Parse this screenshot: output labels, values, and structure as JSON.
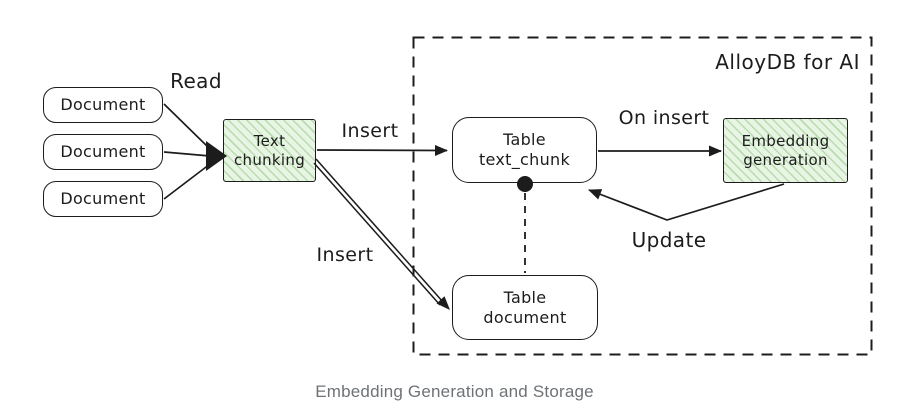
{
  "diagram": {
    "caption": "Embedding Generation and Storage",
    "container_label": "AlloyDB for AI",
    "nodes": {
      "documents": [
        "Document",
        "Document",
        "Document"
      ],
      "text_chunking": [
        "Text",
        "chunking"
      ],
      "table_text_chunk": [
        "Table",
        "text_chunk"
      ],
      "embedding_generation": [
        "Embedding",
        "generation"
      ],
      "table_document": [
        "Table",
        "document"
      ]
    },
    "edge_labels": {
      "read": "Read",
      "insert_top": "Insert",
      "insert_bottom": "Insert",
      "on_insert": "On insert",
      "update": "Update"
    },
    "colors": {
      "ink": "#1c1c1c",
      "green_fill": "#e9f5e4",
      "green_stripe": "#b7dcae",
      "caption_gray": "#6e7276",
      "background": "#ffffff"
    }
  }
}
